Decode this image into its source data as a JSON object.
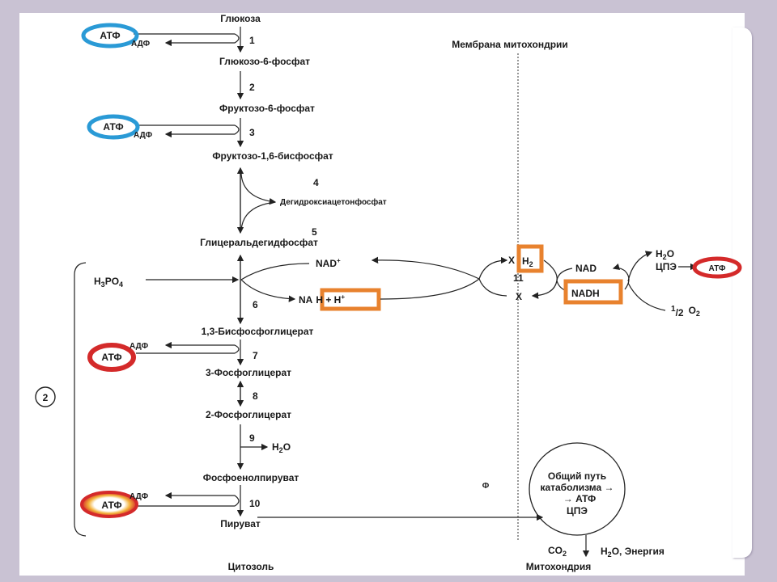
{
  "colors": {
    "background": "#c9c2d3",
    "card": "#ffffff",
    "blue_highlight": "#2a9ad6",
    "red_highlight": "#d42a2a",
    "orange_highlight": "#e8822e",
    "inner_glow": "#f3b23a"
  },
  "headers": {
    "membrane": "Мембрана митохондрии",
    "cytosol": "Цитозоль",
    "mitochondria": "Митохондрия"
  },
  "metabolites": {
    "glucose": "Глюкоза",
    "g6p": "Глюкозо-6-фосфат",
    "f6p": "Фруктозо-6-фосфат",
    "f16bp": "Фруктозо-1,6-бисфосфат",
    "dhap": "Дегидроксиацетонфосфат",
    "gap": "Глицеральдегидфосфат",
    "bpg13": "1,3-Бисфосфоглицерат",
    "pg3": "3-Фосфоглицерат",
    "pg2": "2-Фосфоглицерат",
    "pep": "Фосфоенолпируват",
    "pyruvate": "Пируват"
  },
  "steps": [
    "1",
    "2",
    "3",
    "4",
    "5",
    "6",
    "7",
    "8",
    "9",
    "10",
    "11"
  ],
  "cofactors": {
    "atp": "АТФ",
    "adp": "АДФ",
    "h3po4_main": "H",
    "h3po4_sub3": "3",
    "h3po4_po": "PO",
    "h3po4_sub4": "4",
    "nad_plus_main": "NAD",
    "nad_plus_sup": "+",
    "nadh_h_prefix": "NA",
    "nadh_h_highlighted": "H + H",
    "nadh_h_sup": "+",
    "h2o_main": "H",
    "h2o_sub": "2",
    "h2o_o": "O",
    "x": "X",
    "h2_main": "H",
    "h2_sub": "2",
    "nad": "NAD",
    "nadh": "NADH",
    "cpe": "ЦПЭ",
    "half_o2_num": "1",
    "half_o2_den": "/2",
    "o2_main": "O",
    "o2_sub": "2",
    "phi": "Ф",
    "co2_main": "CO",
    "co2_sub": "2",
    "h2o_energy_tail": "O, Энергия"
  },
  "catabolism_circle": {
    "line1": "Общий путь",
    "line2": "катаболизма →",
    "line3": "→ АТФ",
    "line4": "ЦПЭ"
  },
  "bracket_label": "2"
}
